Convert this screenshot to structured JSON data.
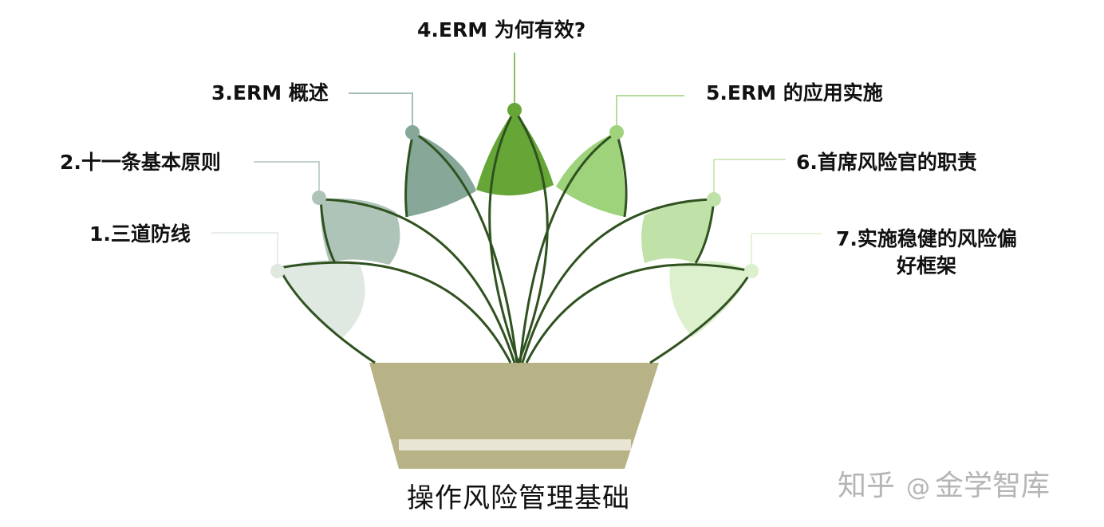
{
  "title": "操作风险管理基础",
  "items": [
    {
      "label": "1.三道防线",
      "color": "#dfe8e1"
    },
    {
      "label": "2.十一条基本原则",
      "color": "#afc4b8"
    },
    {
      "label": "3.ERM 概述",
      "color": "#87a899"
    },
    {
      "label": "4.ERM 为何有效?",
      "color": "#65a637"
    },
    {
      "label": "5.ERM 的应用实施",
      "color": "#9ed27b"
    },
    {
      "label": "6.首席风险官的职责",
      "color": "#c0e2a8"
    },
    {
      "label": "7.实施稳健的风险偏",
      "label_line2": "好框架",
      "color": "#dcf0ce"
    }
  ],
  "colors": {
    "stem": "#2f5220",
    "pot": "#b8b386",
    "pot_band": "#e8e5d5"
  },
  "watermark": {
    "brand": "知乎",
    "author": "金学智库"
  }
}
